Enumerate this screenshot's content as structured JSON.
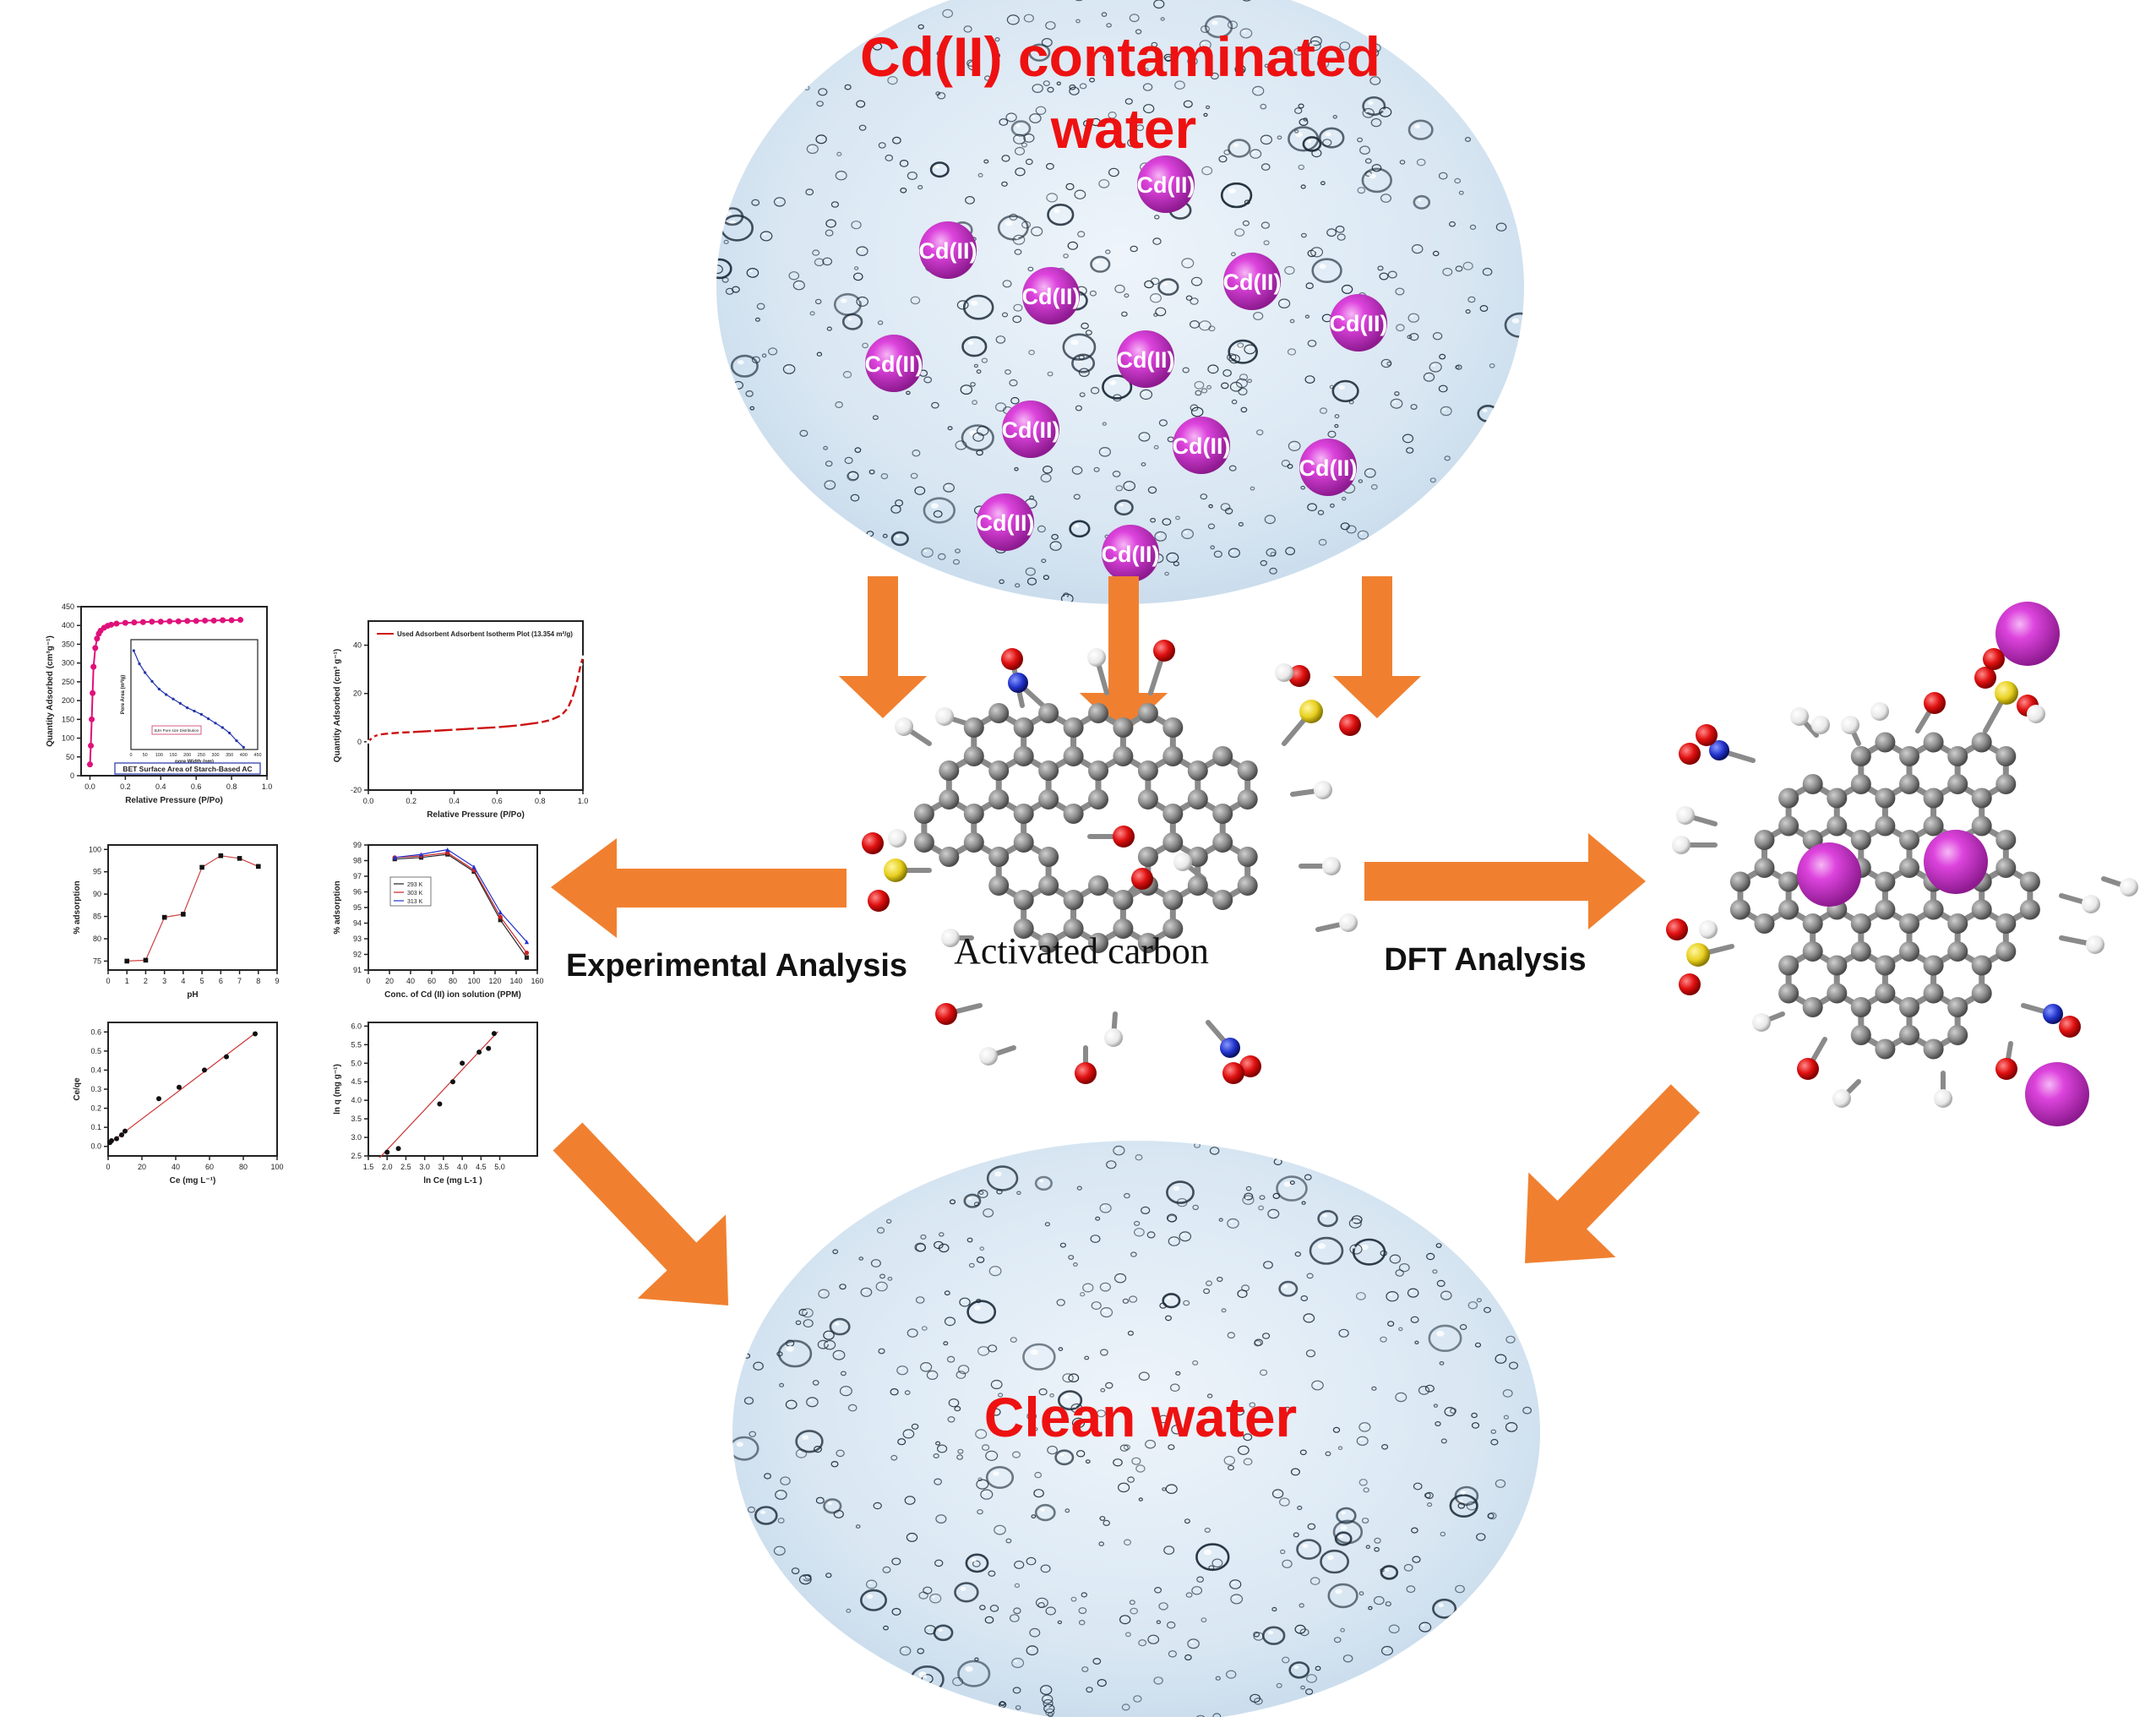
{
  "title_top": {
    "line1": "Cd(II) contaminated",
    "line2": "water"
  },
  "title_bottom": "Clean water",
  "center_label": "Activated carbon",
  "left_label": "Experimental Analysis",
  "right_label": "DFT Analysis",
  "ion_label": "Cd(II)",
  "ion_count": 12,
  "colors": {
    "title": "#ee1111",
    "arrow": "#f08030",
    "ion": "#cc33cc",
    "carbon": "#808080",
    "oxygen": "#dd1111",
    "hydrogen": "#f2f2f2",
    "nitrogen": "#2233cc",
    "sulfur": "#e8d020",
    "water": "#dbe8f3"
  },
  "panels": {
    "bet": {
      "legend": "BET Surface Area of Starch-Based AC",
      "xlabel": "Relative Pressure (P/Po)",
      "ylabel": "Quantity Adsorbed (cm³g⁻¹)",
      "xticks": [
        "0.0",
        "0.2",
        "0.4",
        "0.6",
        "0.8",
        "1.0"
      ],
      "yticks": [
        "0",
        "50",
        "100",
        "150",
        "200",
        "250",
        "300",
        "350",
        "400",
        "450"
      ],
      "inset_xlabel": "pore Width (nm)",
      "inset_ylabel": "Pore Area (m²/g)",
      "inset_xticks": [
        "0",
        "50",
        "100",
        "150",
        "200",
        "250",
        "300",
        "350",
        "400",
        "450"
      ],
      "inset_legend": "BJH Pore size Distribution"
    },
    "used": {
      "legend": "Used Adsorbent Adsorbent Isotherm Plot",
      "legend_value": "(13.354 m²/g)",
      "xlabel": "Relative Pressure (P/Po)",
      "ylabel": "Quantity Adsorbed (cm³ g⁻¹)",
      "xticks": [
        "0.0",
        "0.2",
        "0.4",
        "0.6",
        "0.8",
        "1.0"
      ],
      "yticks": [
        "-20",
        "0",
        "20",
        "40"
      ]
    },
    "ph": {
      "xlabel": "pH",
      "ylabel": "% adsorption",
      "xticks": [
        "0",
        "1",
        "2",
        "3",
        "4",
        "5",
        "6",
        "7",
        "8",
        "9"
      ],
      "yticks": [
        "75",
        "80",
        "85",
        "90",
        "95",
        "100"
      ]
    },
    "conc": {
      "xlabel": "Conc. of Cd (II) ion solution (PPM)",
      "ylabel": "% adsorption",
      "xticks": [
        "0",
        "20",
        "40",
        "60",
        "80",
        "100",
        "120",
        "140",
        "160"
      ],
      "yticks": [
        "91",
        "92",
        "93",
        "94",
        "95",
        "96",
        "97",
        "98",
        "99"
      ],
      "legend": [
        "293 K",
        "303 K",
        "313 K"
      ]
    },
    "langmuir": {
      "xlabel": "Ce (mg L⁻¹)",
      "ylabel": "Ce/qe",
      "xticks": [
        "0",
        "20",
        "40",
        "60",
        "80",
        "100"
      ],
      "yticks": [
        "0.0",
        "0.1",
        "0.2",
        "0.3",
        "0.4",
        "0.5",
        "0.6"
      ]
    },
    "freundlich": {
      "xlabel": "ln Ce (mg L-1 )",
      "ylabel": "ln q (mg g⁻¹)",
      "xticks": [
        "1.5",
        "2.0",
        "2.5",
        "3.0",
        "3.5",
        "4.0",
        "4.5",
        "5.0"
      ],
      "yticks": [
        "2.5",
        "3.0",
        "3.5",
        "4.0",
        "4.5",
        "5.0",
        "5.5",
        "6.0"
      ]
    }
  },
  "chart_data": [
    {
      "type": "scatter",
      "legend": "BET Surface Area of Starch-Based AC",
      "xlabel": "Relative Pressure (P/Po)",
      "ylabel": "Quantity Adsorbed (cm³g⁻¹)",
      "xlim": [
        -0.05,
        1.0
      ],
      "ylim": [
        0,
        450
      ],
      "x": [
        0.0,
        0.005,
        0.01,
        0.015,
        0.02,
        0.03,
        0.04,
        0.05,
        0.06,
        0.08,
        0.1,
        0.12,
        0.15,
        0.2,
        0.25,
        0.3,
        0.35,
        0.4,
        0.45,
        0.5,
        0.55,
        0.6,
        0.65,
        0.7,
        0.75,
        0.8,
        0.85
      ],
      "y": [
        30,
        80,
        150,
        220,
        290,
        340,
        365,
        378,
        386,
        394,
        399,
        402,
        405,
        407,
        408,
        409,
        410,
        410,
        411,
        411,
        412,
        412,
        413,
        413,
        414,
        414,
        415
      ]
    },
    {
      "type": "line",
      "legend": "BJH Pore size Distribution",
      "xlabel": "pore Width (nm)",
      "ylabel": "Pore Area (m²/g)",
      "xlim": [
        0,
        450
      ],
      "ylim": [
        0,
        100
      ],
      "x": [
        10,
        30,
        50,
        75,
        100,
        125,
        150,
        175,
        200,
        225,
        250,
        275,
        300,
        325,
        350,
        375,
        400
      ],
      "y": [
        90,
        78,
        70,
        62,
        55,
        50,
        46,
        42,
        38,
        35,
        32,
        28,
        24,
        20,
        15,
        8,
        2
      ]
    },
    {
      "type": "line",
      "legend": "Used Adsorbent Adsorbent Isotherm Plot (13.354 m²/g)",
      "xlabel": "Relative Pressure (P/Po)",
      "ylabel": "Quantity Adsorbed (cm³ g⁻¹)",
      "xlim": [
        0,
        1.0
      ],
      "ylim": [
        -20,
        50
      ],
      "x": [
        0.0,
        0.02,
        0.05,
        0.1,
        0.15,
        0.2,
        0.3,
        0.4,
        0.5,
        0.6,
        0.7,
        0.8,
        0.85,
        0.9,
        0.93,
        0.95,
        0.97,
        0.98,
        0.99,
        1.0
      ],
      "y": [
        0,
        2,
        3,
        3.5,
        3.8,
        4,
        4.5,
        5,
        5.5,
        6,
        6.8,
        8,
        9,
        11,
        14,
        18,
        24,
        28,
        32,
        35
      ]
    },
    {
      "type": "line",
      "xlabel": "pH",
      "ylabel": "% adsorption",
      "xlim": [
        0,
        9
      ],
      "ylim": [
        73,
        101
      ],
      "x": [
        1,
        2,
        3,
        4,
        5,
        6,
        7,
        8
      ],
      "y": [
        75,
        75.2,
        84.8,
        85.5,
        96,
        98.6,
        98,
        96.2
      ]
    },
    {
      "type": "line",
      "xlabel": "Conc. of Cd (II) ion solution (PPM)",
      "ylabel": "% adsorption",
      "xlim": [
        0,
        160
      ],
      "ylim": [
        91,
        99
      ],
      "x": [
        25,
        50,
        75,
        100,
        125,
        150
      ],
      "series": [
        {
          "name": "293 K",
          "values": [
            98.1,
            98.2,
            98.4,
            97.3,
            94.2,
            91.8
          ]
        },
        {
          "name": "303 K",
          "values": [
            98.2,
            98.3,
            98.5,
            97.4,
            94.4,
            92.1
          ]
        },
        {
          "name": "313 K",
          "values": [
            98.2,
            98.4,
            98.7,
            97.6,
            94.7,
            92.8
          ]
        }
      ]
    },
    {
      "type": "scatter",
      "xlabel": "Ce (mg L⁻¹)",
      "ylabel": "Ce/qe",
      "xlim": [
        0,
        100
      ],
      "ylim": [
        -0.05,
        0.65
      ],
      "x": [
        1,
        2,
        5,
        8,
        10,
        30,
        42,
        57,
        70,
        87
      ],
      "y": [
        0.02,
        0.03,
        0.04,
        0.06,
        0.08,
        0.25,
        0.31,
        0.4,
        0.47,
        0.59
      ]
    },
    {
      "type": "scatter",
      "xlabel": "ln Ce (mg L-1 )",
      "ylabel": "ln q (mg g⁻¹)",
      "xlim": [
        1.5,
        6.0
      ],
      "ylim": [
        2.5,
        6.1
      ],
      "x": [
        2.0,
        2.3,
        3.4,
        3.75,
        4.0,
        4.45,
        4.7,
        4.85
      ],
      "y": [
        2.6,
        2.7,
        3.9,
        4.5,
        5.0,
        5.3,
        5.4,
        5.8
      ]
    }
  ]
}
